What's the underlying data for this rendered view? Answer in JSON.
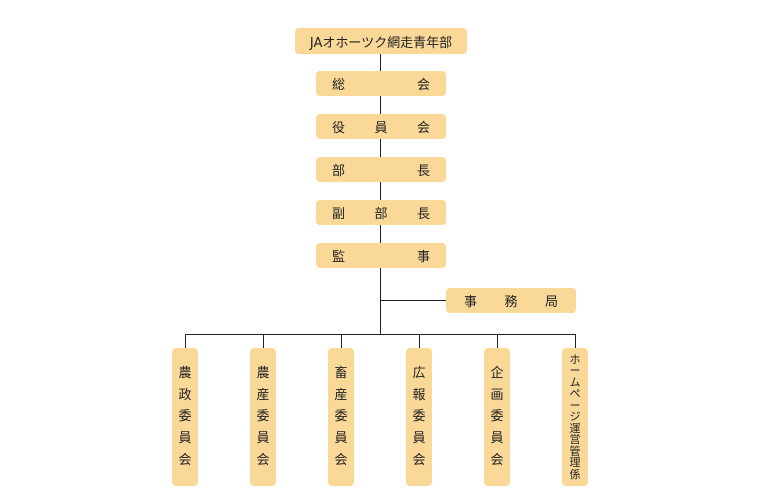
{
  "top": "JAオホーツク網走青年部",
  "chain": [
    [
      "総",
      "会"
    ],
    [
      "役",
      "員",
      "会"
    ],
    [
      "部",
      "長"
    ],
    [
      "副",
      "部",
      "長"
    ],
    [
      "監",
      "事"
    ]
  ],
  "office": [
    "事",
    "務",
    "局"
  ],
  "committees": [
    [
      "農",
      "政",
      "委",
      "員",
      "会"
    ],
    [
      "農",
      "産",
      "委",
      "員",
      "会"
    ],
    [
      "畜",
      "産",
      "委",
      "員",
      "会"
    ],
    [
      "広",
      "報",
      "委",
      "員",
      "会"
    ],
    [
      "企",
      "画",
      "委",
      "員",
      "会"
    ],
    [
      "ホ",
      "ー",
      "ム",
      "ペ",
      "ー",
      "ジ",
      "運",
      "営",
      "管",
      "理",
      "係"
    ]
  ],
  "colors": {
    "box": "#f9d898",
    "line": "#222222"
  }
}
